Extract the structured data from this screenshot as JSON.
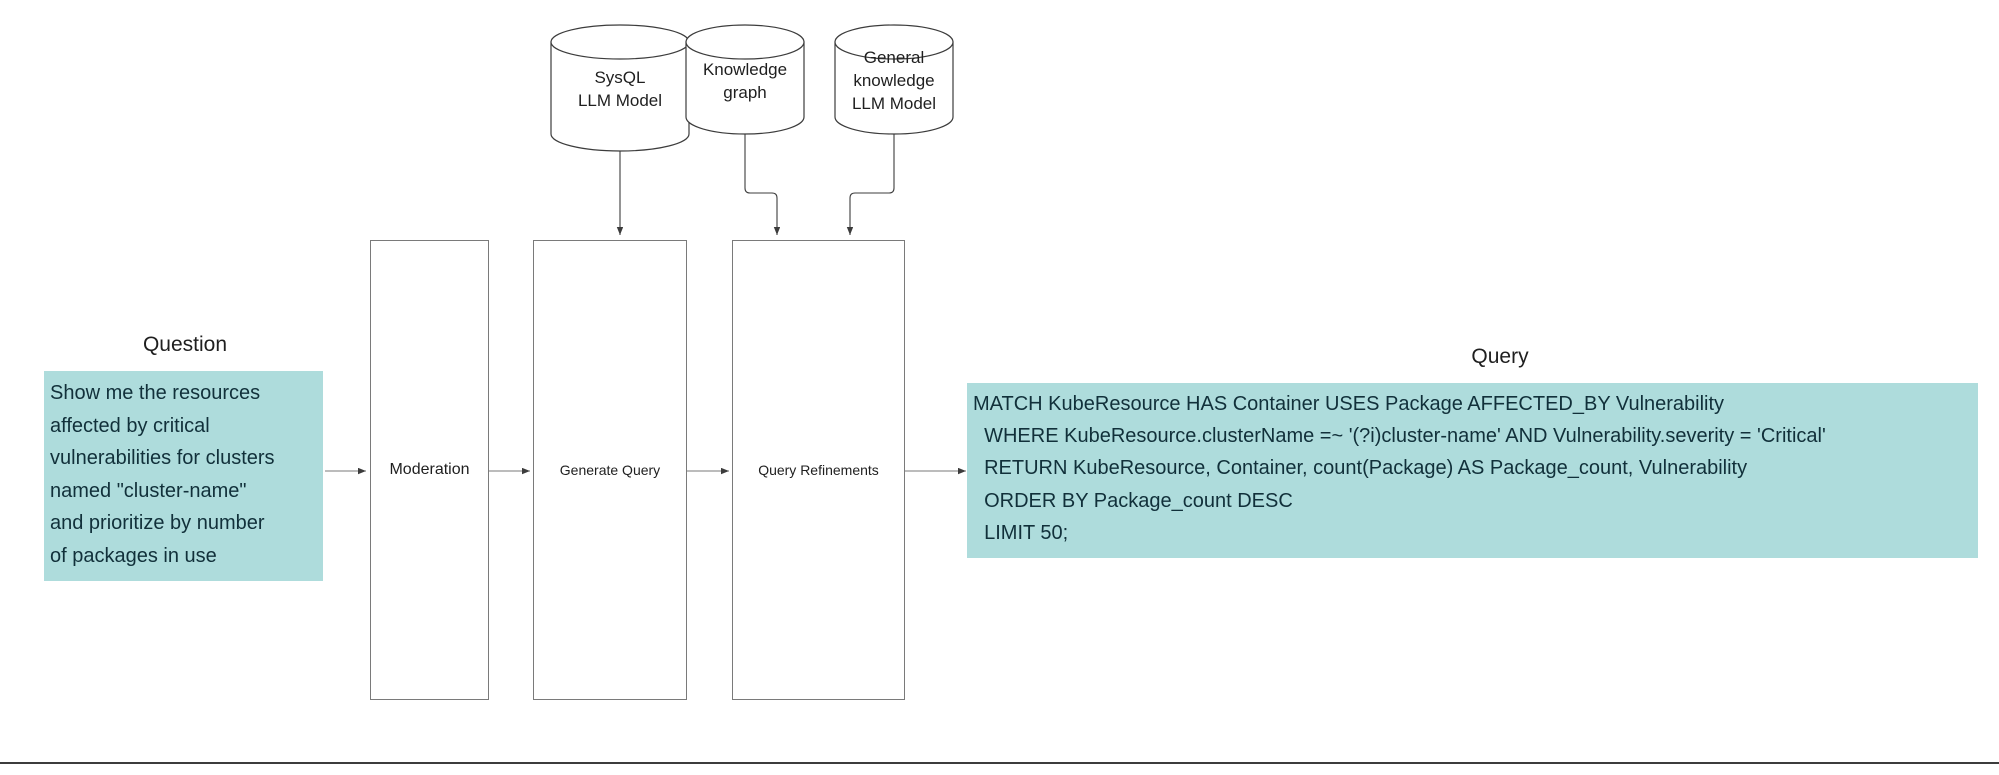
{
  "diagram": {
    "title": "Query generation pipeline",
    "background_color": "#ffffff",
    "highlight_color": "#aedcdc",
    "stroke_color": "#3c3c3c",
    "box_stroke_color": "#7a7a7a",
    "sources": [
      {
        "id": "sysql",
        "label": "SysQL\nLLM Model",
        "shape": "cylinder"
      },
      {
        "id": "knowledge-graph",
        "label": "Knowledge\ngraph",
        "shape": "cylinder"
      },
      {
        "id": "general-knowledge",
        "label": "General\nknowledge\nLLM Model",
        "shape": "cylinder"
      }
    ],
    "stages": [
      {
        "id": "moderation",
        "label": "Moderation"
      },
      {
        "id": "generate-query",
        "label": "Generate Query"
      },
      {
        "id": "query-refinements",
        "label": "Query Refinements"
      }
    ],
    "question": {
      "heading": "Question",
      "lines": [
        "Show me the resources",
        "affected by critical",
        "vulnerabilities for clusters",
        "named \"cluster-name\"",
        "and prioritize by number",
        "of packages in use"
      ]
    },
    "query": {
      "heading": "Query",
      "lines": [
        "MATCH KubeResource HAS Container USES Package AFFECTED_BY Vulnerability",
        "  WHERE KubeResource.clusterName =~ '(?i)cluster-name' AND Vulnerability.severity = 'Critical'",
        "  RETURN KubeResource, Container, count(Package) AS Package_count, Vulnerability",
        "  ORDER BY Package_count DESC",
        "  LIMIT 50;"
      ]
    },
    "connections": [
      {
        "from": "question",
        "to": "moderation",
        "type": "straight-right"
      },
      {
        "from": "moderation",
        "to": "generate-query",
        "type": "straight-right"
      },
      {
        "from": "generate-query",
        "to": "query-refinements",
        "type": "straight-right"
      },
      {
        "from": "query-refinements",
        "to": "query",
        "type": "straight-right"
      },
      {
        "from": "sysql",
        "to": "generate-query",
        "type": "vertical-down"
      },
      {
        "from": "knowledge-graph",
        "to": "query-refinements",
        "type": "elbow-down"
      },
      {
        "from": "general-knowledge",
        "to": "query-refinements",
        "type": "elbow-down"
      }
    ]
  }
}
